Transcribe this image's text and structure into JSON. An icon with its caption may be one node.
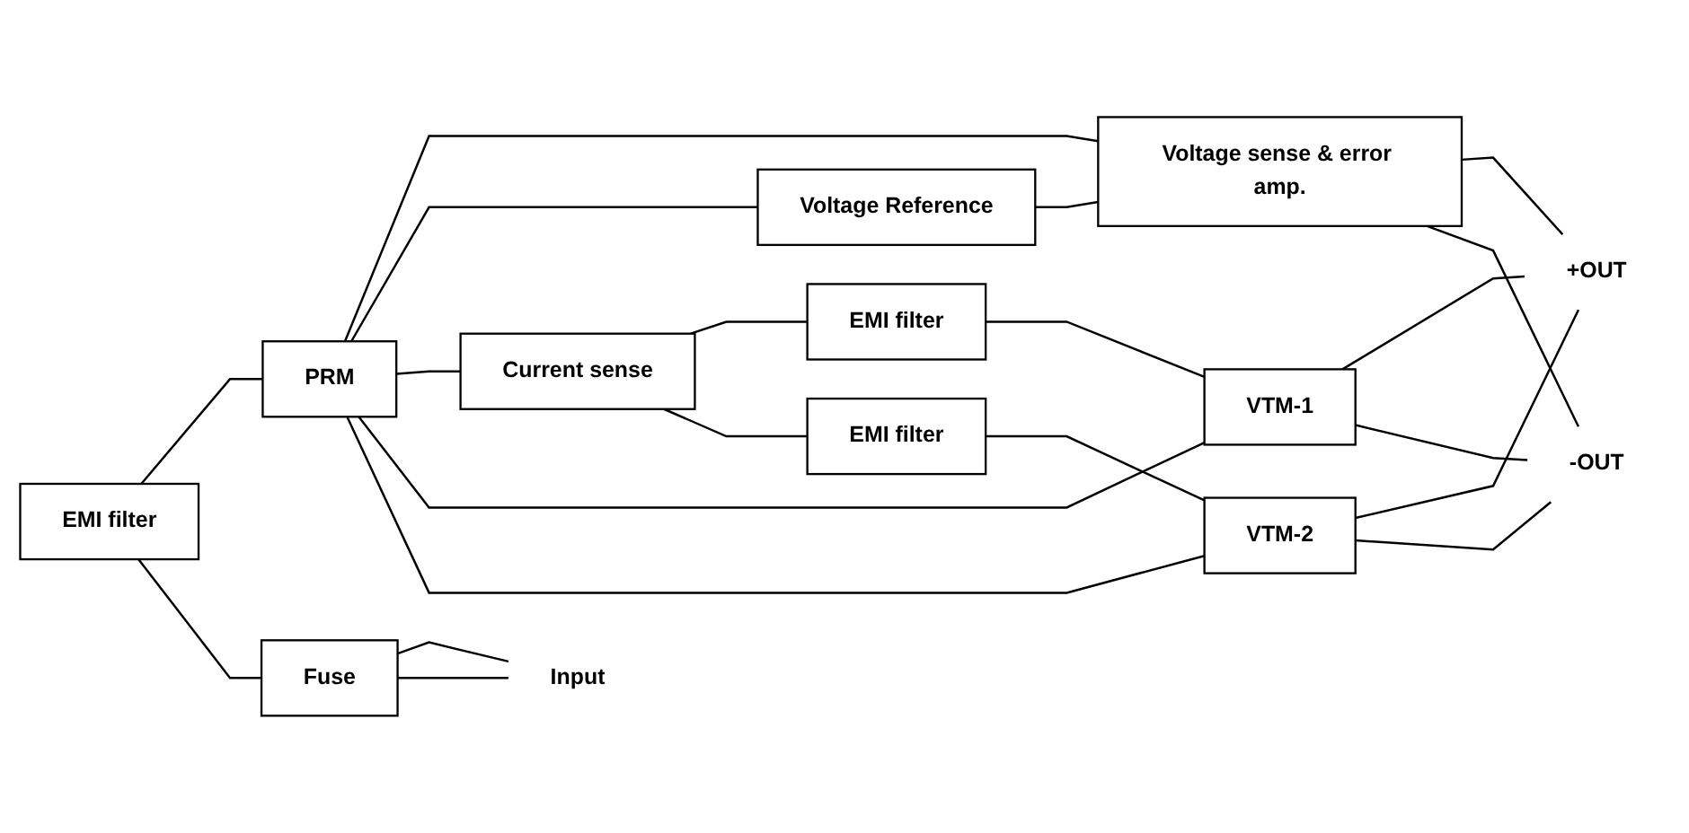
{
  "diagram": {
    "nodes": [
      {
        "text": [
          "Voltage sense & error amp."
        ]
      },
      {
        "text": [
          "Voltage Reference"
        ]
      },
      {
        "text": [
          "VTM-1"
        ]
      },
      {
        "text": [
          "+OUT"
        ]
      },
      {
        "text": [
          "EMI filter"
        ]
      },
      {
        "text": [
          "PRM"
        ]
      },
      {
        "text": [
          "Current sense"
        ]
      },
      {
        "text": [
          "EMI filter"
        ]
      },
      {
        "text": [
          "Fuse"
        ]
      },
      {
        "text": [
          "EMI filter"
        ]
      },
      {
        "text": [
          "VTM-2"
        ]
      },
      {
        "text": [
          "-OUT"
        ]
      },
      {
        "text": [
          "Input"
        ]
      }
    ],
    "edges": [
      {
        "from": 5,
        "to": 0,
        "arrow": "none"
      },
      {
        "from": 5,
        "to": 1,
        "arrow": "none"
      },
      {
        "from": 1,
        "to": 0,
        "arrow": "none"
      },
      {
        "from": 0,
        "to": 3,
        "arrow": "none"
      },
      {
        "from": 0,
        "to": 11,
        "arrow": "none"
      },
      {
        "from": 4,
        "to": 5,
        "arrow": "none"
      },
      {
        "from": 4,
        "to": 8,
        "arrow": "none"
      },
      {
        "from": 8,
        "to": 12,
        "arrow": "none"
      },
      {
        "from": 8,
        "to": 12,
        "arrow": "none"
      },
      {
        "from": 5,
        "to": 6,
        "arrow": "none"
      },
      {
        "from": 6,
        "to": 7,
        "arrow": "none"
      },
      {
        "from": 6,
        "to": 9,
        "arrow": "none"
      },
      {
        "from": 7,
        "to": 2,
        "arrow": "none"
      },
      {
        "from": 9,
        "to": 10,
        "arrow": "none"
      },
      {
        "from": 5,
        "to": 2,
        "arrow": "none"
      },
      {
        "from": 5,
        "to": 10,
        "arrow": "none"
      },
      {
        "from": 2,
        "to": 3,
        "arrow": "none"
      },
      {
        "from": 10,
        "to": 3,
        "arrow": "none"
      },
      {
        "from": 2,
        "to": 11,
        "arrow": "none"
      },
      {
        "from": 10,
        "to": 11,
        "arrow": "none"
      }
    ]
  }
}
